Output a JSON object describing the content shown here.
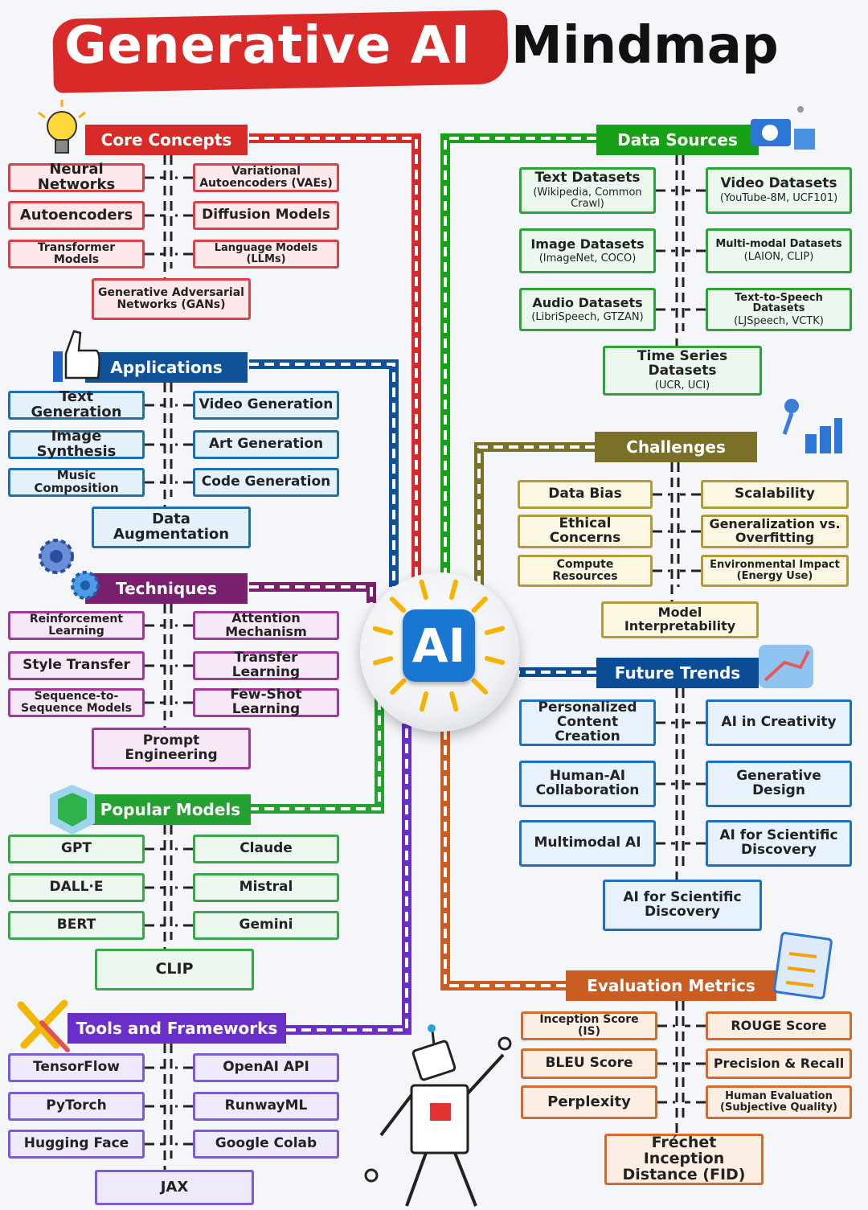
{
  "title": {
    "part1": "Generative AI",
    "part2": "Mindmap"
  },
  "center": {
    "label": "AI"
  },
  "core": {
    "header": "Core Concepts",
    "items": [
      "Neural Networks",
      "Variational Autoencoders (VAEs)",
      "Autoencoders",
      "Diffusion Models",
      "Transformer Models",
      "Language Models (LLMs)",
      "Generative Adversarial Networks (GANs)"
    ]
  },
  "apps": {
    "header": "Applications",
    "items": [
      "Text Generation",
      "Video Generation",
      "Image Synthesis",
      "Art Generation",
      "Music Composition",
      "Code Generation",
      "Data Augmentation"
    ]
  },
  "tech": {
    "header": "Techniques",
    "items": [
      "Reinforcement Learning",
      "Attention Mechanism",
      "Style Transfer",
      "Transfer Learning",
      "Sequence-to-Sequence Models",
      "Few-Shot Learning",
      "Prompt Engineering"
    ]
  },
  "models": {
    "header": "Popular Models",
    "items": [
      "GPT",
      "Claude",
      "DALL·E",
      "Mistral",
      "BERT",
      "Gemini",
      "CLIP"
    ]
  },
  "tools": {
    "header": "Tools and Frameworks",
    "items": [
      "TensorFlow",
      "OpenAI API",
      "PyTorch",
      "RunwayML",
      "Hugging Face",
      "Google Colab",
      "JAX"
    ]
  },
  "data": {
    "header": "Data Sources",
    "items": [
      {
        "title": "Text Datasets",
        "sub": "(Wikipedia, Common Crawl)"
      },
      {
        "title": "Video Datasets",
        "sub": "(YouTube-8M, UCF101)"
      },
      {
        "title": "Image Datasets",
        "sub": "(ImageNet, COCO)"
      },
      {
        "title": "Multi-modal Datasets",
        "sub": "(LAION, CLIP)"
      },
      {
        "title": "Audio Datasets",
        "sub": "(LibriSpeech, GTZAN)"
      },
      {
        "title": "Text-to-Speech Datasets",
        "sub": "(LJSpeech, VCTK)"
      },
      {
        "title": "Time Series Datasets",
        "sub": "(UCR, UCI)"
      }
    ]
  },
  "challenges": {
    "header": "Challenges",
    "items": [
      "Data Bias",
      "Scalability",
      "Ethical Concerns",
      "Generalization vs. Overfitting",
      "Compute Resources",
      "Environmental Impact (Energy Use)",
      "Model Interpretability"
    ]
  },
  "future": {
    "header": "Future Trends",
    "items": [
      "Personalized Content Creation",
      "AI in Creativity",
      "Human-AI Collaboration",
      "Generative Design",
      "Multimodal AI",
      "AI for Scientific Discovery",
      "AI for Scientific Discovery"
    ]
  },
  "eval": {
    "header": "Evaluation Metrics",
    "items": [
      "Inception Score (IS)",
      "ROUGE Score",
      "BLEU Score",
      "Precision & Recall",
      "Perplexity",
      "Human Evaluation (Subjective Quality)",
      "Fréchet Inception Distance (FID)"
    ]
  },
  "colors": {
    "core": "#d92a2a",
    "apps": "#0f5298",
    "tech": "#7a1f6e",
    "models": "#25a132",
    "tools": "#6a2fc9",
    "data": "#17a117",
    "challenges": "#7a7028",
    "future": "#0b4c96",
    "eval": "#cc5d22",
    "ai_chip": "#1976d2"
  },
  "icons": [
    "lightbulb-icon",
    "thumbs-up-icon",
    "gear-icon",
    "cube-icon",
    "tools-icon",
    "dashboard-icon",
    "growth-icon",
    "chart-icon",
    "checklist-icon",
    "robot-icon"
  ]
}
